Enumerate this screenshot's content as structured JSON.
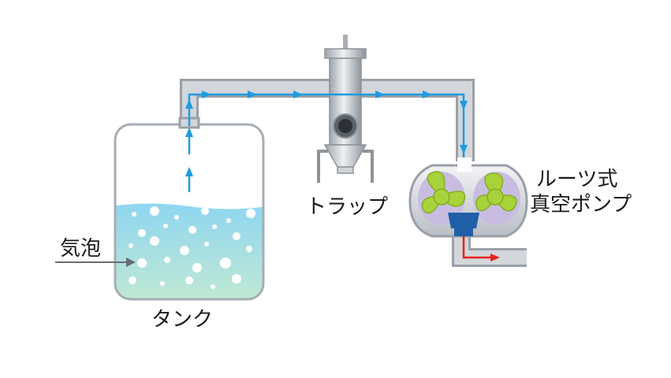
{
  "labels": {
    "tank": "タンク",
    "bubbles": "気泡",
    "trap": "トラップ",
    "pump_line1": "ルーツ式",
    "pump_line2": "真空ポンプ"
  },
  "colors": {
    "pipe_fill": "#c9ccd1",
    "pipe_edge": "#9aa0a8",
    "gas_flow": "#1e9be0",
    "exhaust_flow": "#e8201c",
    "liquid_top": "#8fd6f0",
    "liquid_bottom": "#bfe8d2",
    "tank_outline": "#a7adb3",
    "rotor": "#a8d23a",
    "pump_chamber": "#c8bde0",
    "pump_outlet": "#1f5fa8"
  }
}
